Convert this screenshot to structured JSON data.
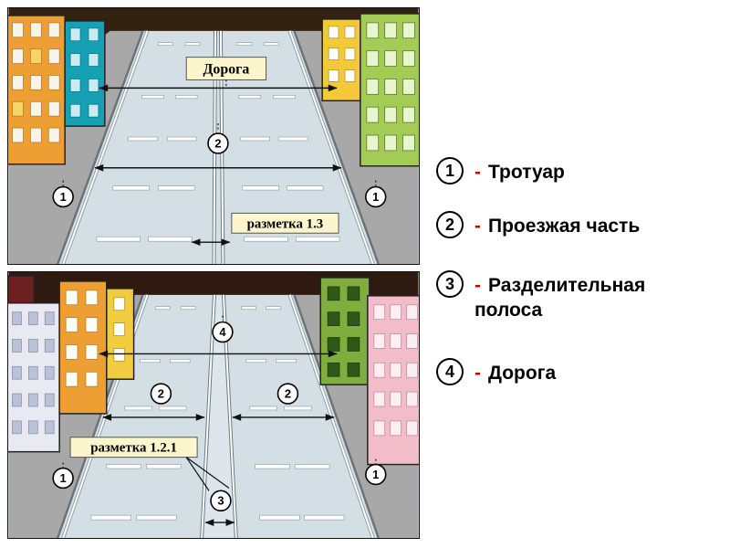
{
  "colors": {
    "road": "#d3dee5",
    "sidewalk": "#a8a8a8",
    "label_bg": "#fdf5cc",
    "legend_dash": "#cc0000",
    "marking_white": "#ffffff"
  },
  "top_panel": {
    "road_label": "Дорога",
    "marking_label": "разметка 1.3",
    "num_carriageway": "2",
    "num_sidewalk_left": "1",
    "num_sidewalk_right": "1"
  },
  "bottom_panel": {
    "marking_label": "разметка 1.2.1",
    "num_road": "4",
    "num_carriageway_left": "2",
    "num_carriageway_right": "2",
    "num_median": "3",
    "num_sidewalk_left": "1",
    "num_sidewalk_right": "1"
  },
  "legend": {
    "dash": "-",
    "items": [
      {
        "number": "1",
        "label": "Тротуар"
      },
      {
        "number": "2",
        "label": "Проезжая часть"
      },
      {
        "number": "3",
        "label": "Разделительная полоса"
      },
      {
        "number": "4",
        "label": "Дорога"
      }
    ]
  }
}
